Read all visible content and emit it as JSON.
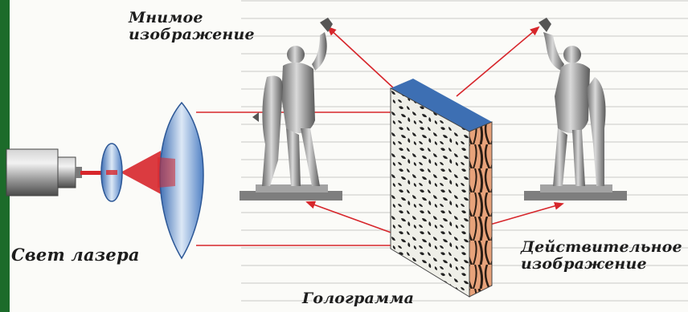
{
  "labels": {
    "virtual_image_line1": "Мнимое",
    "virtual_image_line2": "изображение",
    "laser_light": "Свет лазера",
    "hologram": "Голограмма",
    "real_image_line1": "Действительное",
    "real_image_line2": "изображение"
  },
  "colors": {
    "laser_beam": "#d7262b",
    "lens_blue": "#5f8fcf",
    "sidebar_green": "#1c6b2a",
    "hologram_front": "#efefe8",
    "hologram_side": "#e7a27a",
    "hologram_top": "#3d6fb3"
  }
}
